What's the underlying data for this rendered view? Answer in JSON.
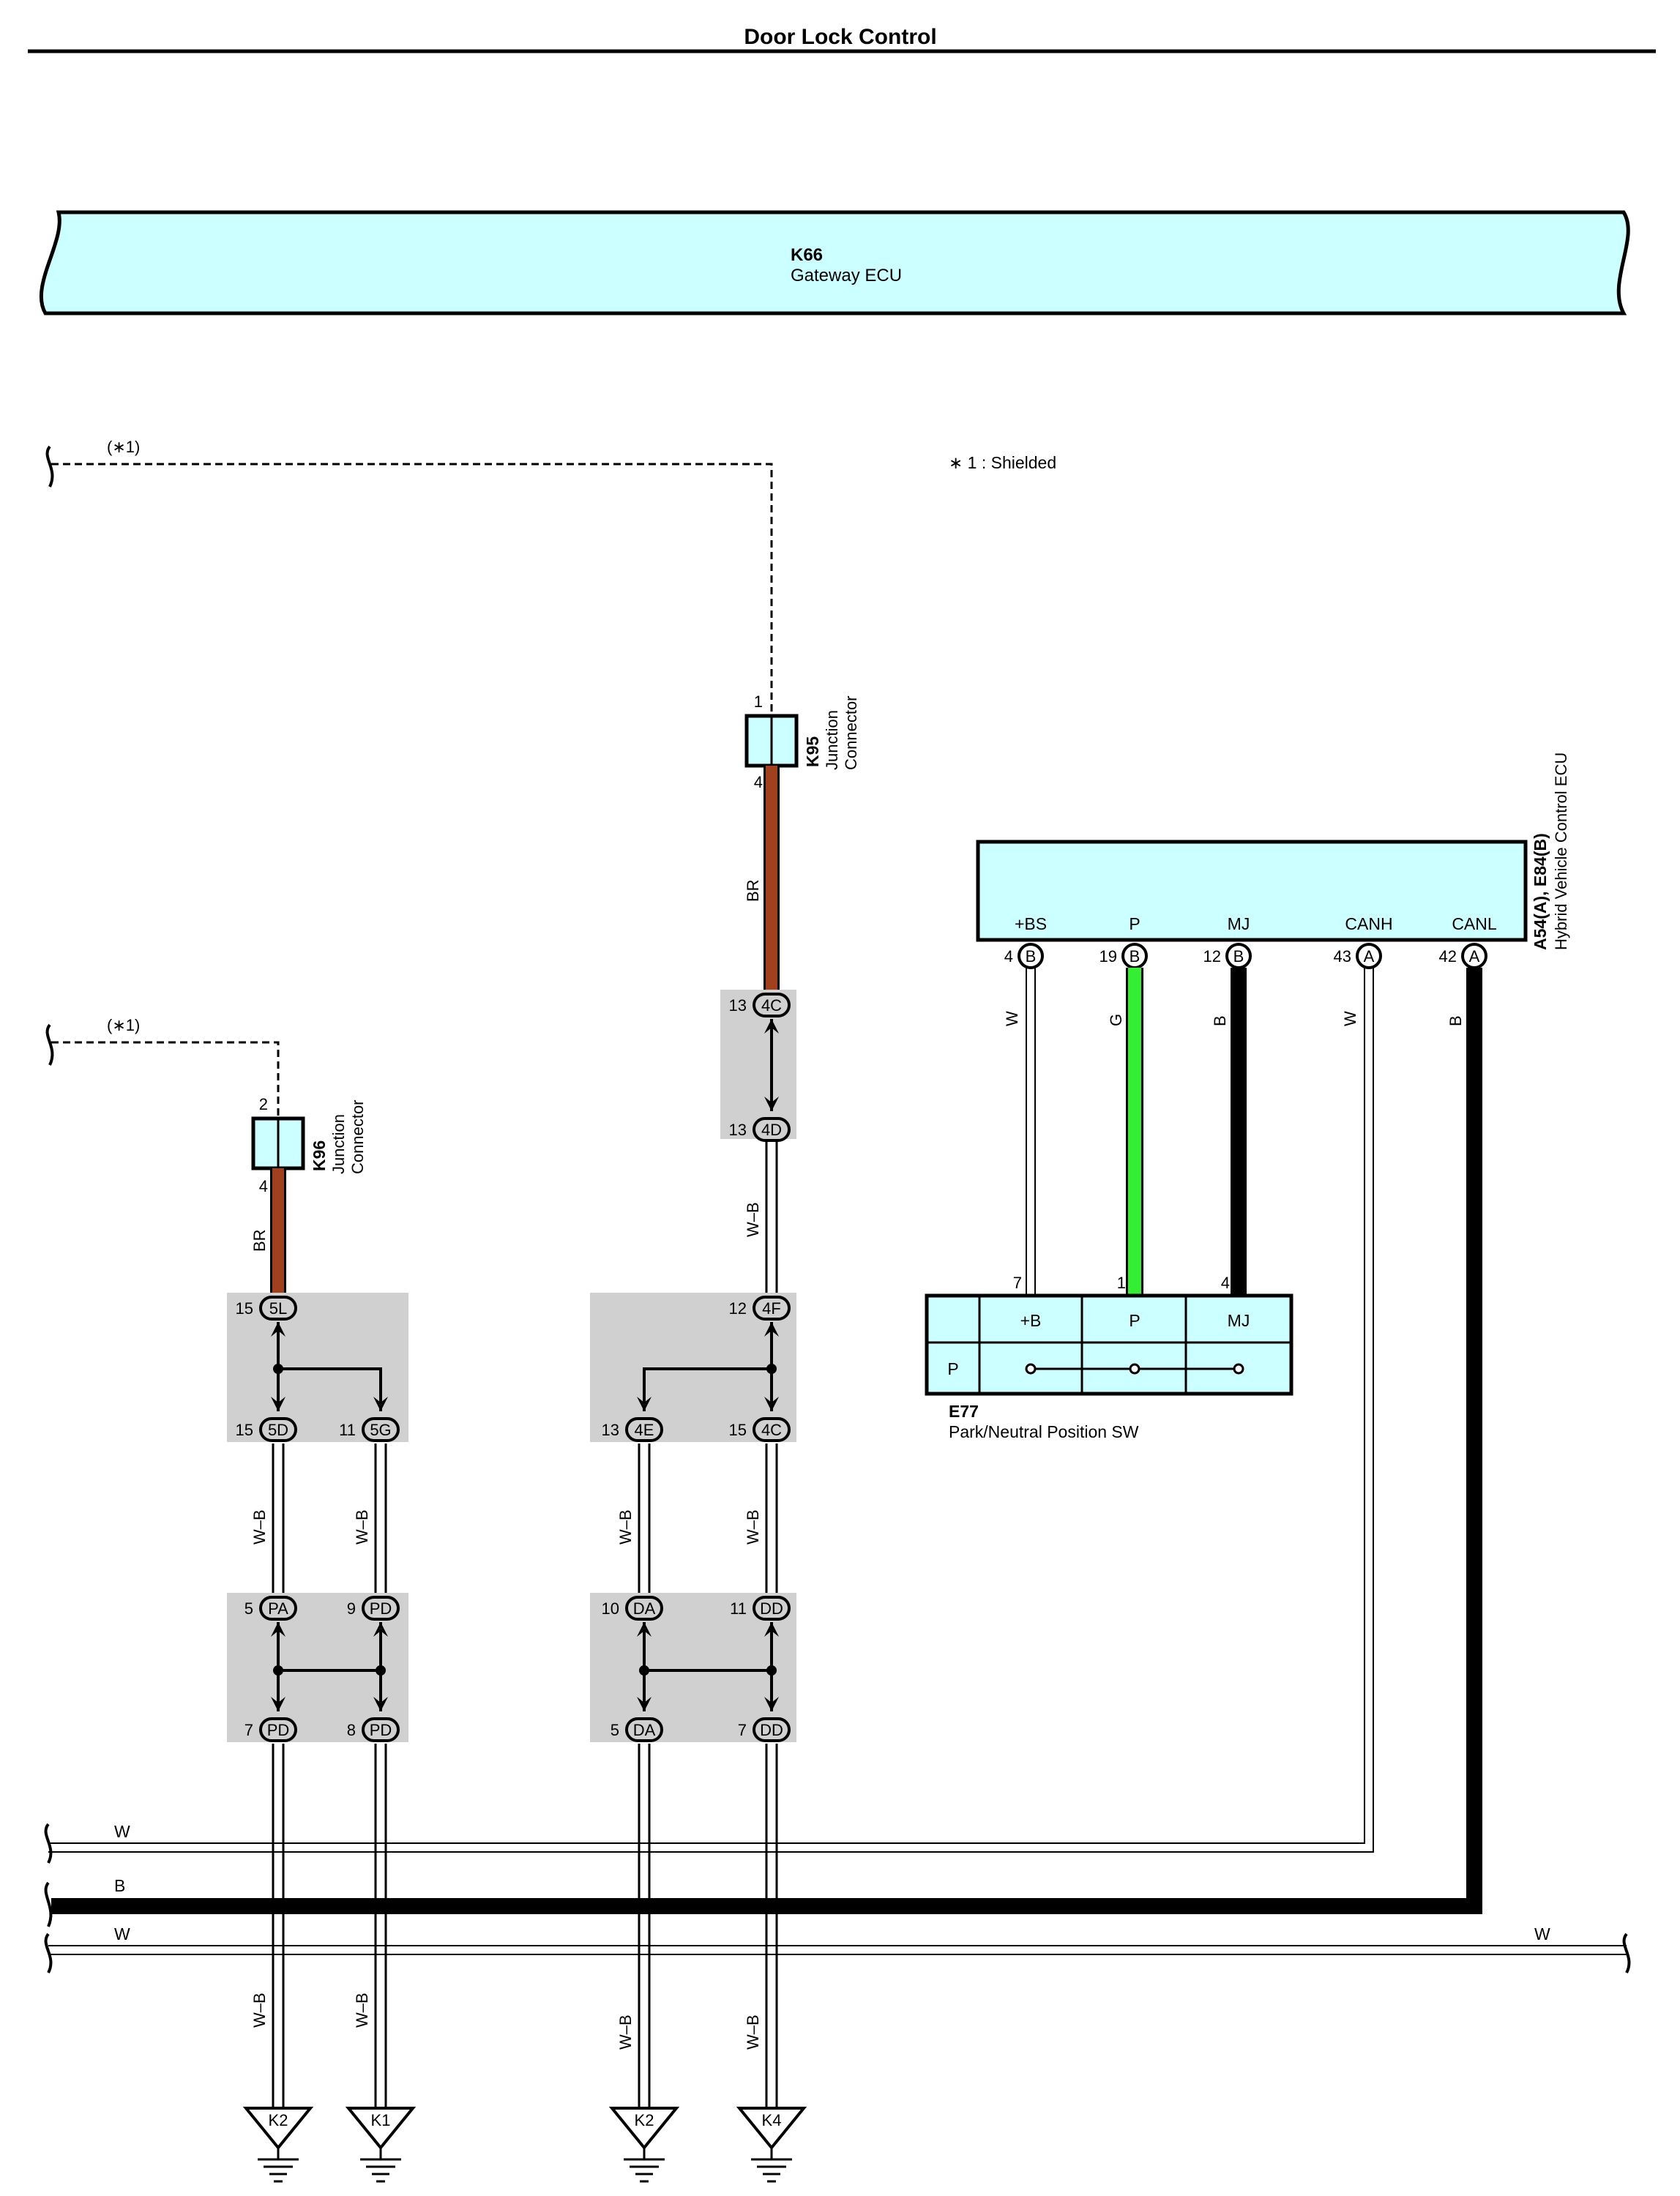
{
  "title": "Door Lock Control",
  "gateway": {
    "code": "K66",
    "name": "Gateway ECU"
  },
  "shield_note": "∗ 1 : Shielded",
  "shield_ref": "(∗1)",
  "k95": {
    "code": "K95",
    "name_line1": "Junction",
    "name_line2": "Connector",
    "pin_top": "1",
    "pin_bottom": "4"
  },
  "k96": {
    "code": "K96",
    "name_line1": "Junction",
    "name_line2": "Connector",
    "pin_top": "2",
    "pin_bottom": "4"
  },
  "hv_ecu": {
    "code": "A54(A), E84(B)",
    "name": "Hybrid Vehicle Control ECU",
    "terminals": [
      {
        "label": "+BS",
        "pin": "4",
        "conn": "B"
      },
      {
        "label": "P",
        "pin": "19",
        "conn": "B"
      },
      {
        "label": "MJ",
        "pin": "12",
        "conn": "B"
      },
      {
        "label": "CANH",
        "pin": "43",
        "conn": "A"
      },
      {
        "label": "CANL",
        "pin": "42",
        "conn": "A"
      }
    ]
  },
  "e77": {
    "code": "E77",
    "name": "Park/Neutral Position SW",
    "headers": [
      "+B",
      "P",
      "MJ"
    ],
    "row_label": "P",
    "pins": [
      "7",
      "1",
      "4"
    ]
  },
  "wire_colors": {
    "br": "BR",
    "wb": "W–B",
    "w": "W",
    "g": "G",
    "b": "B"
  },
  "junctions": {
    "j4c_top": {
      "pin": "13",
      "conn": "4C"
    },
    "j4d": {
      "pin": "13",
      "conn": "4D"
    },
    "j5l": {
      "pin": "15",
      "conn": "5L"
    },
    "j5d": {
      "pin": "15",
      "conn": "5D"
    },
    "j5g": {
      "pin": "11",
      "conn": "5G"
    },
    "j4f": {
      "pin": "12",
      "conn": "4F"
    },
    "j4e": {
      "pin": "13",
      "conn": "4E"
    },
    "j4c_bot": {
      "pin": "15",
      "conn": "4C"
    },
    "jpa": {
      "pin": "5",
      "conn": "PA"
    },
    "jpd_top": {
      "pin": "9",
      "conn": "PD"
    },
    "jpd_bl": {
      "pin": "7",
      "conn": "PD"
    },
    "jpd_br": {
      "pin": "8",
      "conn": "PD"
    },
    "jda_top": {
      "pin": "10",
      "conn": "DA"
    },
    "jdd_top": {
      "pin": "11",
      "conn": "DD"
    },
    "jda_bot": {
      "pin": "5",
      "conn": "DA"
    },
    "jdd_bot": {
      "pin": "7",
      "conn": "DD"
    }
  },
  "grounds": [
    "K2",
    "K1",
    "K2",
    "K4"
  ]
}
